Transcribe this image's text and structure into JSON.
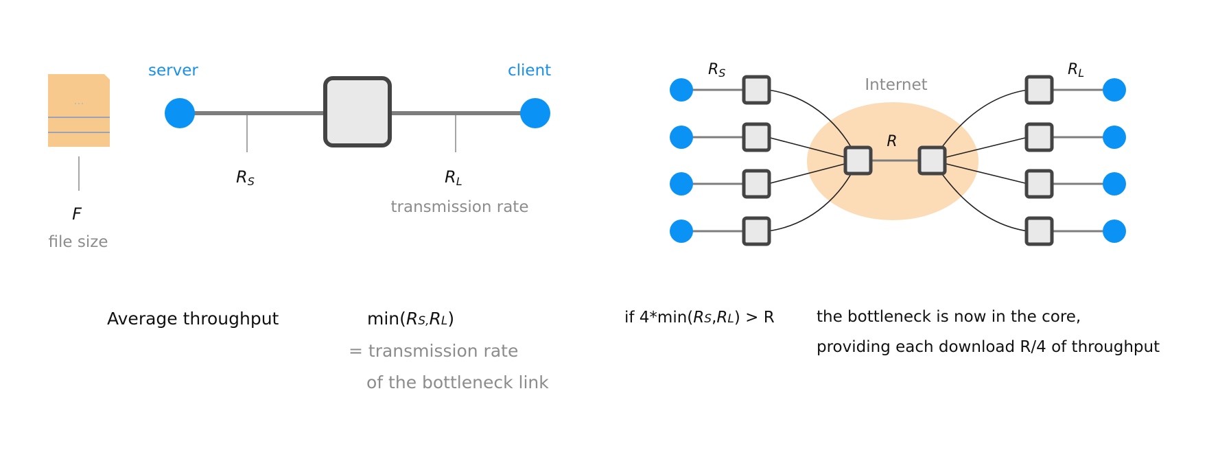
{
  "left_diagram": {
    "server_label": "server",
    "client_label": "client",
    "file_variable": "F",
    "file_caption": "file size",
    "file_ellipsis": "...",
    "server_rate": {
      "var": "R",
      "sub": "S"
    },
    "client_rate": {
      "var": "R",
      "sub": "L"
    },
    "rate_caption": "transmission rate"
  },
  "right_diagram": {
    "cloud_label": "Internet",
    "server_rate": {
      "var": "R",
      "sub": "S"
    },
    "client_rate": {
      "var": "R",
      "sub": "L"
    },
    "core_rate": "R",
    "host_pairs": 4
  },
  "formula": {
    "title": "Average throughput",
    "min_prefix": "min(",
    "rs_var": "R",
    "rs_sub": "S,",
    "rl_var": "R",
    "rl_sub": "L",
    "min_suffix": ")",
    "line2": "= transmission rate",
    "line3": "of the bottleneck link"
  },
  "condition": {
    "prefix": "if 4*min(",
    "rs_var": "R",
    "rs_sub": "S",
    "comma": ",",
    "rl_var": "R",
    "rl_sub": "L",
    "suffix": ") > R"
  },
  "conclusion": {
    "line1": "the bottleneck is now in the core,",
    "line2": "providing each download R/4 of throughput"
  },
  "colors": {
    "host": "#0a93f5",
    "label_blue": "#1a8fe8",
    "file": "#f8c98c",
    "cloud": "#fbdcb6",
    "router_fill": "#e8e8e8",
    "router_stroke": "#444444",
    "gray_text": "#8c8c8c"
  }
}
